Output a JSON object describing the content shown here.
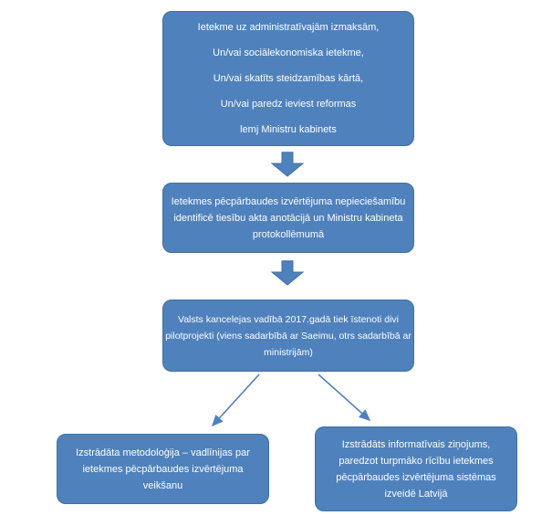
{
  "colors": {
    "box_fill": "#4f81bd",
    "box_border": "#41719c",
    "box_text": "#ffffff",
    "arrow_fill": "#4f81bd",
    "arrow_border": "#41719c",
    "connector": "#4f81bd",
    "background": "#ffffff"
  },
  "boxes": {
    "top": {
      "lines": [
        "Ietekme uz administratīvajām izmaksām,",
        "Un/vai sociālekonomiska ietekme,",
        "Un/vai skatīts steidzamības kārtā,",
        "Un/vai paredz ieviest reformas",
        "lemj Ministru kabinets"
      ]
    },
    "identification": {
      "lines": [
        "Ietekmes pēcpārbaudes izvērtējuma nepieciešamību",
        "identificē tiesību akta anotācijā un Ministru kabineta",
        "protokollēmumā"
      ]
    },
    "pilots": {
      "lines": [
        "Valsts kancelejas vadībā 2017.gadā tiek īstenoti divi",
        "pilotprojekti (viens sadarbībā ar Saeimu, otrs sadarbībā ar",
        "ministrijām)"
      ]
    },
    "methodology": {
      "lines": [
        "Izstrādāta metodoloģija – vadlīnijas par",
        "ietekmes pēcpārbaudes izvērtējuma",
        "veikšanu"
      ]
    },
    "report": {
      "lines": [
        "Izstrādāts informatīvais ziņojums,",
        "paredzot turpmāko rīcību ietekmes",
        "pēcpārbaudes izvērtējuma sistēmas",
        "izveidē Latvijā"
      ]
    }
  }
}
